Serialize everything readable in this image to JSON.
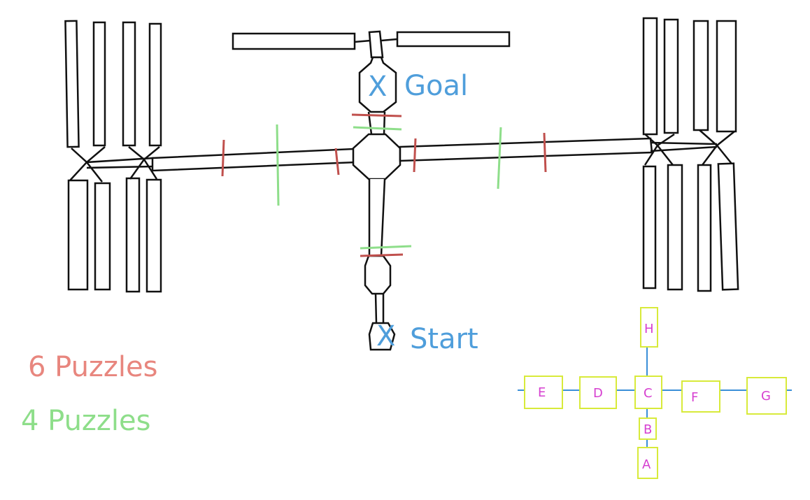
{
  "labels": {
    "goal": "Goal",
    "start": "Start",
    "goal_marker": "X",
    "start_marker": "X"
  },
  "legend": {
    "red_text": "6 Puzzles",
    "green_text": "4 Puzzles"
  },
  "colors": {
    "outline": "#111111",
    "red_marker": "#c0504d",
    "green_marker": "#8ede8a",
    "blue_label": "#4f9edb",
    "box_border": "#d8ea3a",
    "box_text": "#d63fd0",
    "axis_line": "#3a8fd8"
  },
  "grid": {
    "boxes": {
      "H": "H",
      "E": "E",
      "D": "D",
      "C": "C",
      "F": "F",
      "G": "G",
      "B": "B",
      "A": "A"
    }
  }
}
